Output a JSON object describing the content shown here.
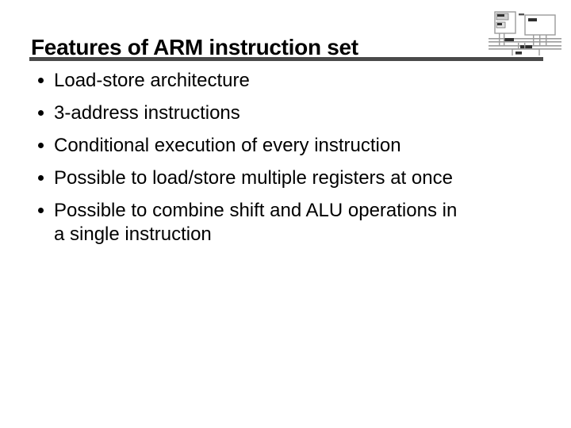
{
  "slide": {
    "title": "Features of ARM instruction set",
    "bullets": [
      {
        "text": "Load-store architecture"
      },
      {
        "text": "3-address instructions"
      },
      {
        "text": "Conditional execution of every instruction"
      },
      {
        "text": "Possible to load/store multiple registers at once"
      },
      {
        "text": "Possible to combine shift and ALU operations in",
        "text2": "a single instruction"
      }
    ],
    "logo_icon": "system-bus-block-diagram-logo"
  },
  "colors": {
    "background": "#ffffff",
    "title_text": "#000000",
    "body_text": "#000000",
    "rule": "#4a4a4a",
    "logo_stroke": "#9b9b9b",
    "logo_label": "#2f2f2f"
  }
}
